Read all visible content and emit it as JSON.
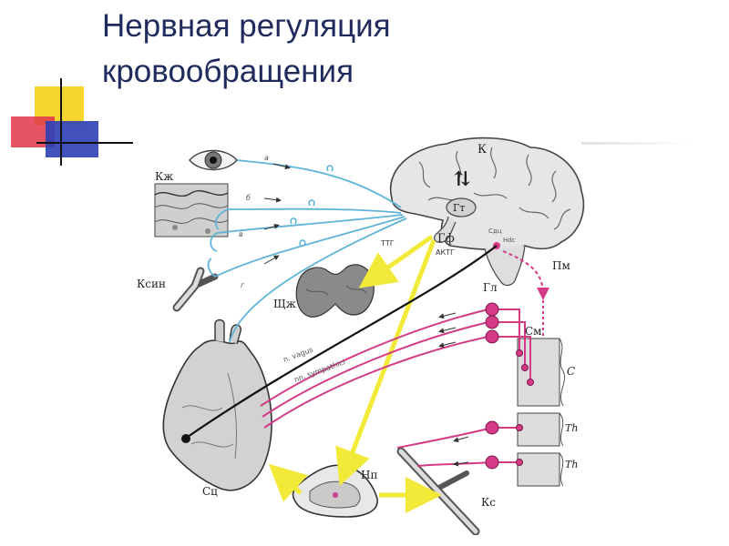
{
  "title": {
    "line1": "Нервная регуляция",
    "line2": "кровообращения"
  },
  "colors": {
    "title": "#1f2b5c",
    "deco_yellow": "#f5d62e",
    "deco_red": "#e0354a",
    "deco_blue": "#2e3fb5",
    "afferent_blue": "#5fb4d8",
    "efferent_magenta": "#d43a86",
    "hormonal_yellow": "#f2ea38",
    "vagus_black": "#111111"
  },
  "diagram": {
    "labels": {
      "cortex": "К",
      "hypothalamus": "Гт",
      "pituitary": "Гф",
      "ttg": "ТТГ",
      "aktg": "АКТГ",
      "medulla_center_1": "Сдц",
      "medulla_center_2": "Нdс",
      "medulla": "Пм",
      "skin": "Кж",
      "sinus": "Ксин",
      "thyroid": "Щж",
      "ganglia": "Гл",
      "spinal_cord": "См",
      "c_segment": "C",
      "th_segment_1": "Th",
      "th_segment_2": "Th",
      "heart": "Сц",
      "adrenal": "Нп",
      "vessel": "Кс",
      "path_a": "а",
      "path_b": "б",
      "path_v": "в",
      "path_g": "г",
      "vagus": "n. vagus",
      "sympathetic": "nn. sympathici",
      "up_down_arrows": "⇅"
    }
  }
}
